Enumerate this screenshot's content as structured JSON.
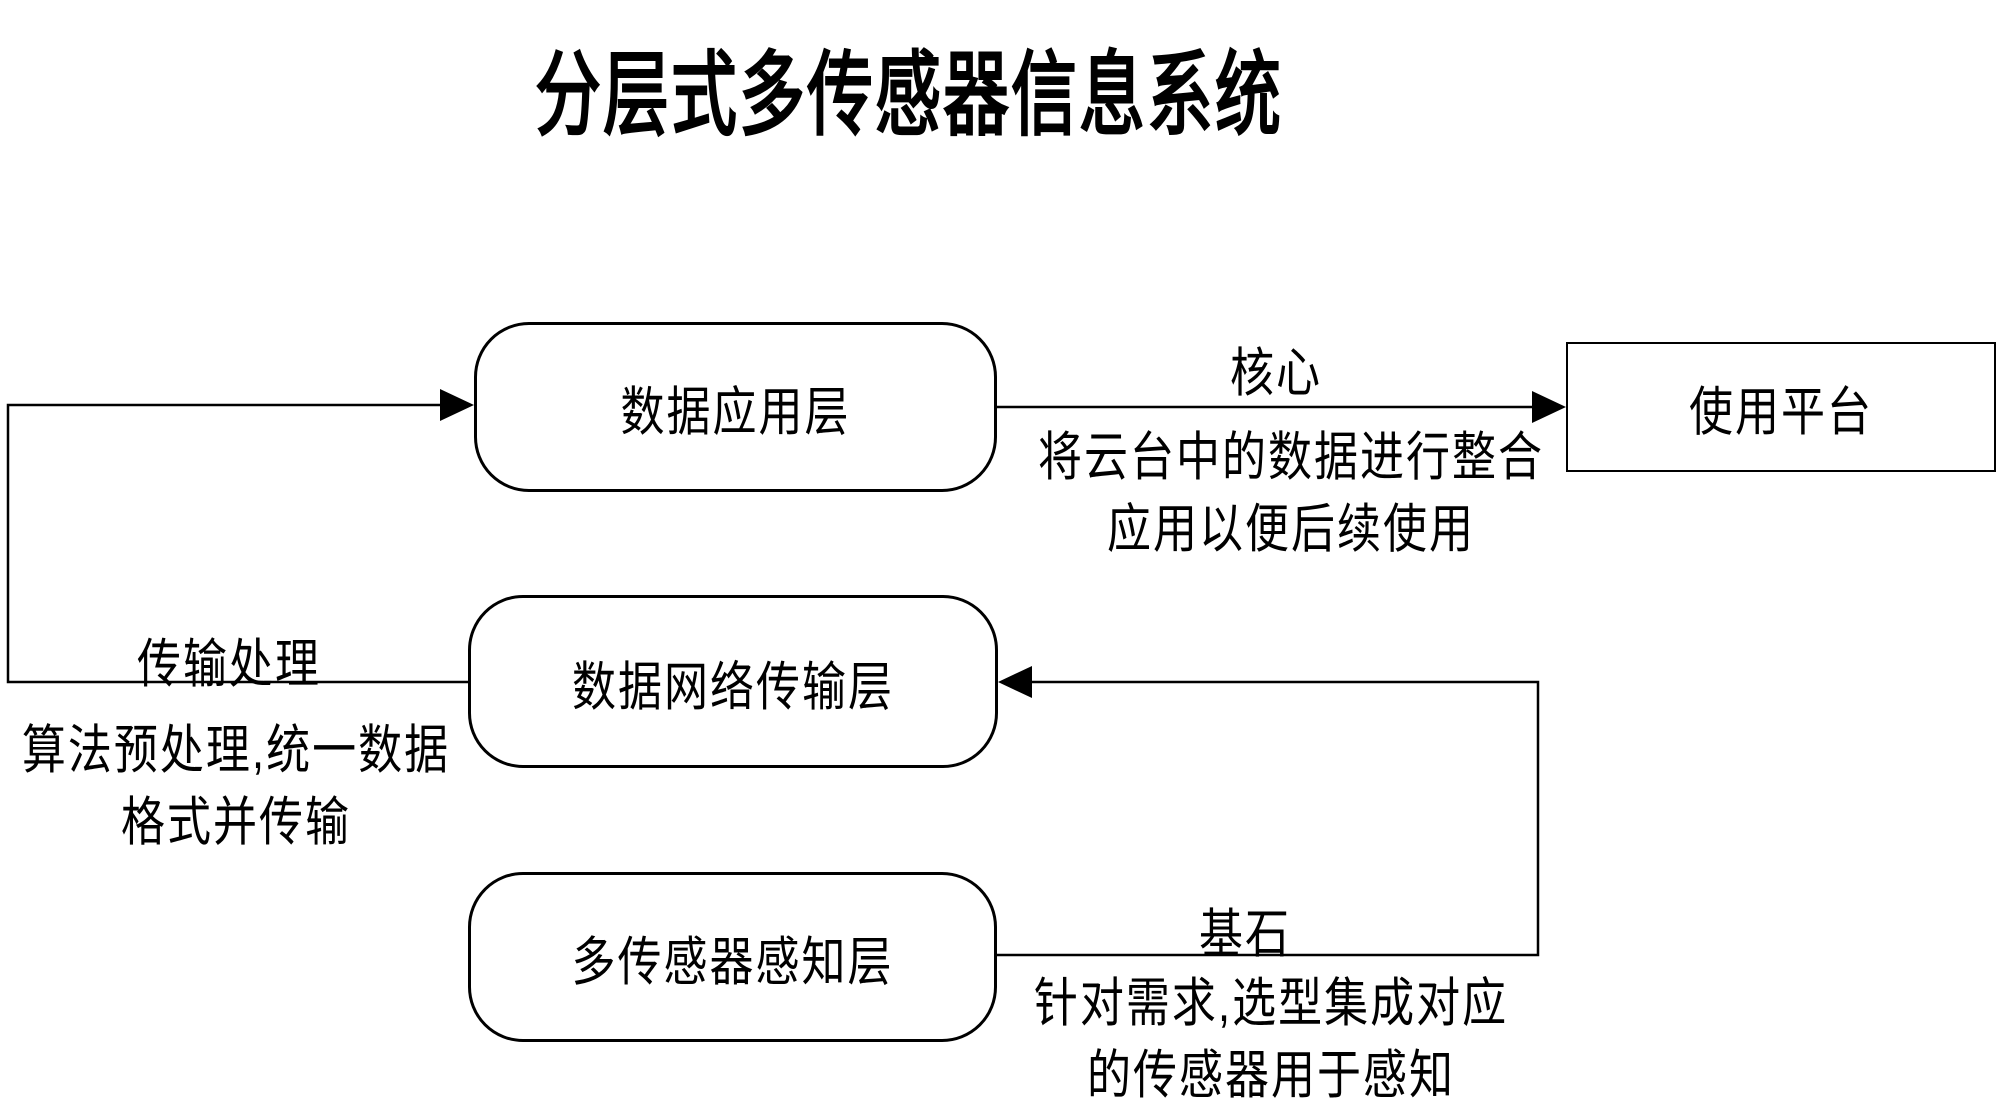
{
  "title": "分层式多传感器信息系统",
  "colors": {
    "ink": "#000000",
    "background": "#ffffff"
  },
  "nodes": {
    "application_layer": {
      "label": "数据应用层",
      "shape": "rounded"
    },
    "transmission_layer": {
      "label": "数据网络传输层",
      "shape": "rounded"
    },
    "perception_layer": {
      "label": "多传感器感知层",
      "shape": "rounded"
    },
    "platform": {
      "label": "使用平台",
      "shape": "rectangle"
    }
  },
  "edges": {
    "app_to_platform": {
      "label": "核心",
      "desc_line1": "将云台中的数据进行整合",
      "desc_line2": "应用以便后续使用"
    },
    "transmission_to_app": {
      "label": "传输处理",
      "desc_line1": "算法预处理,统一数据",
      "desc_line2": "格式并传输"
    },
    "perception_to_transmission": {
      "label": "基石",
      "desc_line1": "针对需求,选型集成对应",
      "desc_line2": "的传感器用于感知"
    }
  }
}
